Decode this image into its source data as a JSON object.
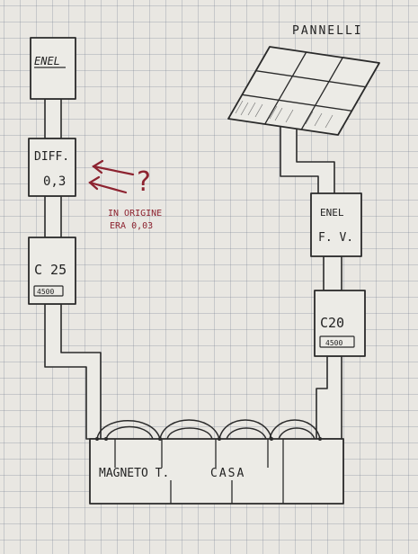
{
  "panels_title": "PANNELLI",
  "components": {
    "enel": "ENEL",
    "diff_line1": "DIFF.",
    "diff_line2": "0,3",
    "c25": "C 25",
    "c25_badge": "4500",
    "enel_fv_line1": "ENEL",
    "enel_fv_line2": "F. V.",
    "c20": "C20",
    "c20_badge": "4500",
    "magneto": "MAGNETO T.",
    "casa": "CASA"
  },
  "annotation": {
    "question": "?",
    "line1": "IN ORIGINE",
    "line2": "ERA 0,03"
  },
  "colors": {
    "ink": "#2a2a2a",
    "annotation": "#8d2330",
    "paper": "#e9e7e2"
  }
}
